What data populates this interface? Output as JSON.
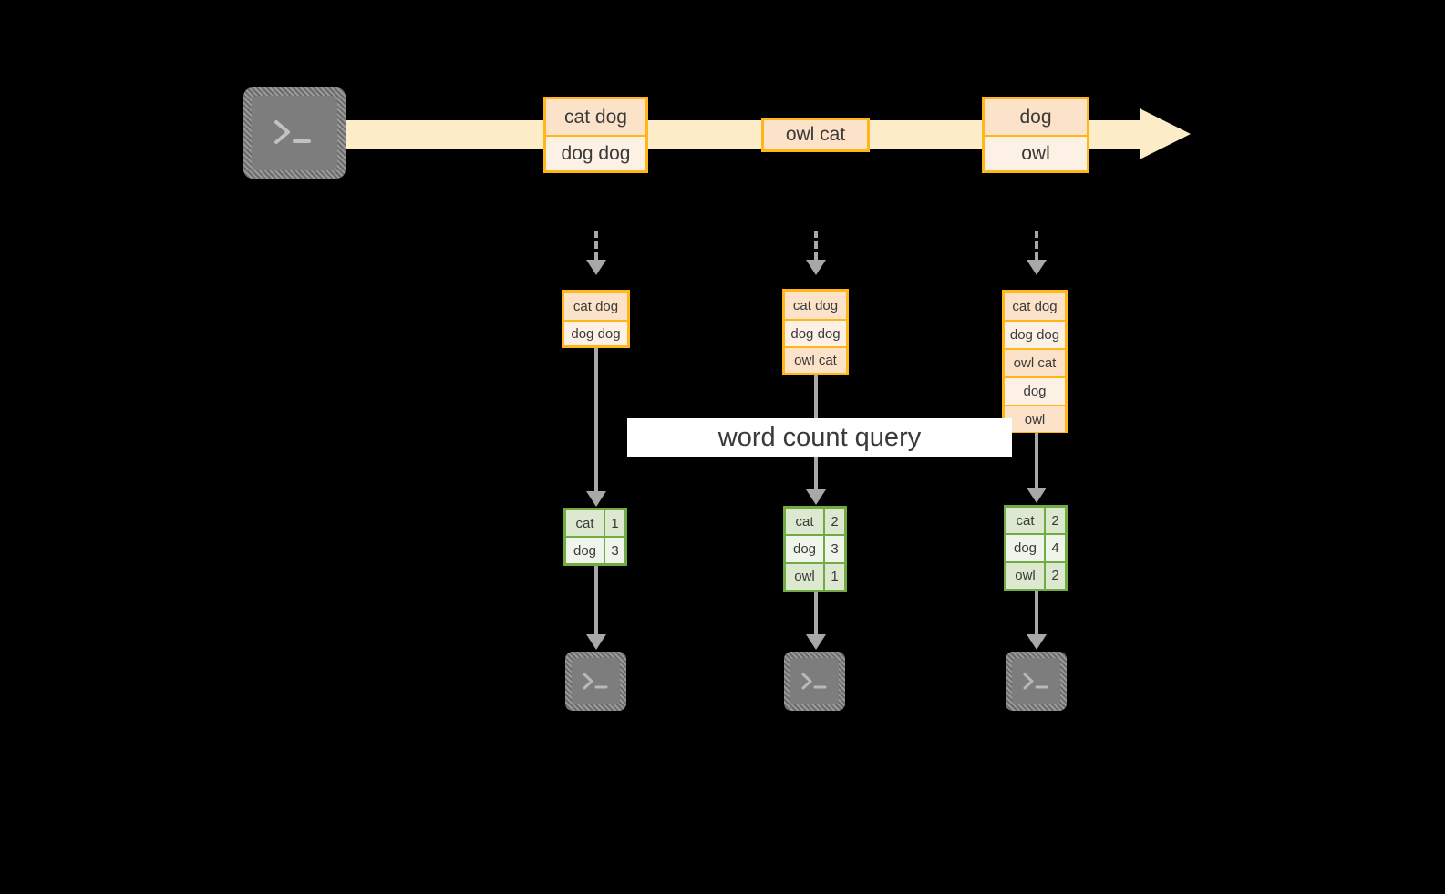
{
  "diagram": {
    "background_color": "#000000",
    "accent_orange": "#ffb618",
    "accent_green": "#72ab41",
    "stream_color": "#fdecc8",
    "connector_color": "#a8a8a8",
    "query_label": "word count query",
    "source_terminal": {
      "icon": "terminal-prompt-icon",
      "glyph": ">_"
    },
    "stream": {
      "groups": [
        {
          "name": "group-1",
          "messages": [
            "cat dog",
            "dog dog"
          ]
        },
        {
          "name": "group-2",
          "messages": [
            "owl cat"
          ]
        },
        {
          "name": "group-3",
          "messages": [
            "dog",
            "owl"
          ]
        }
      ]
    },
    "snapshots": [
      {
        "name": "snapshot-1",
        "buffer": [
          "cat dog",
          "dog dog"
        ],
        "counts": [
          {
            "word": "cat",
            "count": "1"
          },
          {
            "word": "dog",
            "count": "3"
          }
        ],
        "sink": {
          "icon": "terminal-prompt-icon",
          "glyph": ">_"
        }
      },
      {
        "name": "snapshot-2",
        "buffer": [
          "cat dog",
          "dog dog",
          "owl cat"
        ],
        "counts": [
          {
            "word": "cat",
            "count": "2"
          },
          {
            "word": "dog",
            "count": "3"
          },
          {
            "word": "owl",
            "count": "1"
          }
        ],
        "sink": {
          "icon": "terminal-prompt-icon",
          "glyph": ">_"
        }
      },
      {
        "name": "snapshot-3",
        "buffer": [
          "cat dog",
          "dog dog",
          "owl cat",
          "dog",
          "owl"
        ],
        "counts": [
          {
            "word": "cat",
            "count": "2"
          },
          {
            "word": "dog",
            "count": "4"
          },
          {
            "word": "owl",
            "count": "2"
          }
        ],
        "sink": {
          "icon": "terminal-prompt-icon",
          "glyph": ">_"
        }
      }
    ]
  }
}
